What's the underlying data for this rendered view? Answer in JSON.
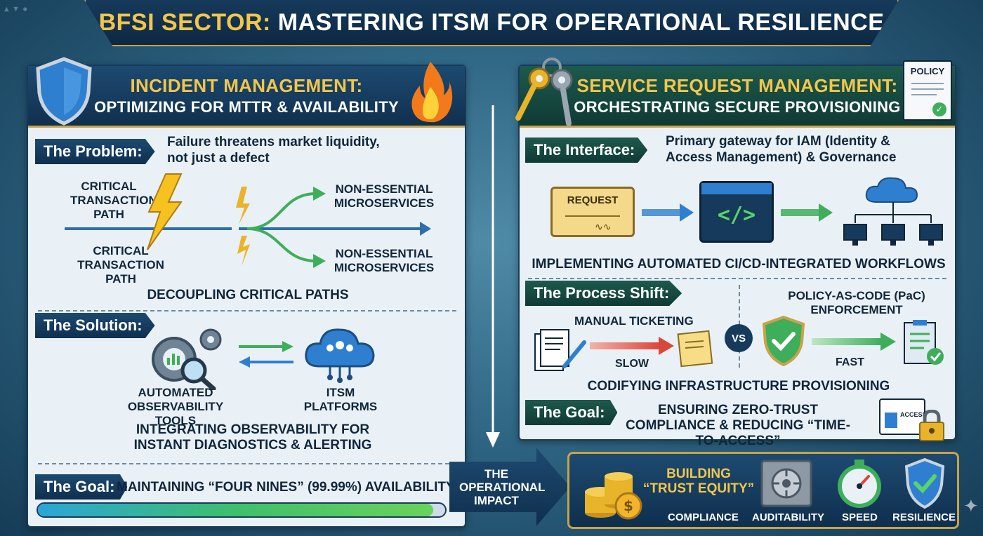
{
  "title": {
    "part1": "BFSI SECTOR:",
    "part2": " MASTERING ITSM FOR OPERATIONAL RESILIENCE"
  },
  "left": {
    "title1": "INCIDENT MANAGEMENT:",
    "title2": "OPTIMIZING FOR MTTR & AVAILABILITY",
    "problem_tag": "The Problem:",
    "problem_text": "Failure threatens market liquidity, not just a defect",
    "critical_path_top": "CRITICAL TRANSACTION PATH",
    "critical_path_bottom": "CRITICAL TRANSACTION PATH",
    "non_essential_top": "NON-ESSENTIAL MICROSERVICES",
    "non_essential_bottom": "NON-ESSENTIAL MICROSERVICES",
    "decoupling": "DECOUPLING CRITICAL PATHS",
    "solution_tag": "The Solution:",
    "tools_label": "AUTOMATED OBSERVABILITY TOOLS",
    "itsm_label": "ITSM PLATFORMS",
    "integrating": "INTEGRATING OBSERVABILITY FOR INSTANT DIAGNOSTICS & ALERTING",
    "goal_tag": "The Goal:",
    "goal_text": "MAINTAINING “FOUR NINES” (99.99%) AVAILABILITY",
    "availability_fill": 0.97
  },
  "right": {
    "title1": "SERVICE REQUEST MANAGEMENT:",
    "title2": "ORCHESTRATING SECURE PROVISIONING",
    "policy_label": "POLICY",
    "interface_tag": "The Interface:",
    "interface_text": "Primary gateway for IAM (Identity & Access Management) & Governance",
    "request_label": "REQUEST",
    "implementing": "IMPLEMENTING AUTOMATED CI/CD-INTEGRATED WORKFLOWS",
    "process_tag": "The Process Shift:",
    "manual": "MANUAL TICKETING",
    "slow": "SLOW",
    "vs": "VS",
    "pac": "POLICY-AS-CODE (PaC) ENFORCEMENT",
    "fast": "FAST",
    "codifying": "CODIFYING INFRASTRUCTURE PROVISIONING",
    "goal_tag": "The Goal:",
    "goal_text": "ENSURING ZERO-TRUST COMPLIANCE & REDUCING “TIME-TO-ACCESS”",
    "access_label": "ACCESS"
  },
  "impact": {
    "label": "THE OPERATIONAL IMPACT",
    "building": "BUILDING “TRUST EQUITY”",
    "items": [
      "COMPLIANCE",
      "AUDITABILITY",
      "SPEED",
      "RESILIENCE"
    ]
  },
  "colors": {
    "navy": "#10304f",
    "gold": "#f2c64b",
    "green": "#3fae5a",
    "blue": "#2f7fd0",
    "red": "#d9473b"
  }
}
